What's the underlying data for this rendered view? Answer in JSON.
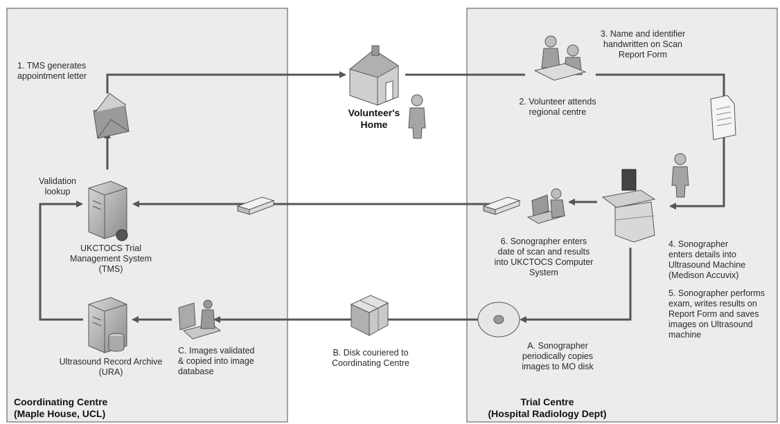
{
  "regions": {
    "left_title_line1": "Coordinating Centre",
    "left_title_line2": "(Maple House, UCL)",
    "right_title_line1": "Trial Centre",
    "right_title_line2": "(Hospital Radiology Dept)"
  },
  "home": {
    "line1": "Volunteer's",
    "line2": "Home"
  },
  "labels": {
    "step1_l1": "1. TMS generates",
    "step1_l2": "appointment letter",
    "validation_l1": "Validation",
    "validation_l2": "lookup",
    "tms_l1": "UKCTOCS Trial",
    "tms_l2": "Management System",
    "tms_l3": "(TMS)",
    "ura_l1": "Ultrasound Record Archive",
    "ura_l2": "(URA)",
    "stepC_l1": "C. Images validated",
    "stepC_l2": "& copied into image",
    "stepC_l3": "database",
    "stepB_l1": "B. Disk couriered to",
    "stepB_l2": "Coordinating Centre",
    "stepA_l1": "A. Sonographer",
    "stepA_l2": "periodically copies",
    "stepA_l3": "images to MO disk",
    "step2_l1": "2. Volunteer attends",
    "step2_l2": "regional centre",
    "step3_l1": "3. Name and identifier",
    "step3_l2": "handwritten on Scan",
    "step3_l3": "Report Form",
    "step4_l1": "4. Sonographer",
    "step4_l2": "enters details into",
    "step4_l3": "Ultrasound Machine",
    "step4_l4": "(Medison Accuvix)",
    "step5_l1": "5. Sonographer performs",
    "step5_l2": "exam, writes results on",
    "step5_l3": "Report Form and saves",
    "step5_l4": "images on Ultrasound",
    "step5_l5": "machine",
    "step6_l1": "6. Sonographer enters",
    "step6_l2": "date of scan and results",
    "step6_l3": "into UKCTOCS Computer",
    "step6_l4": "System"
  },
  "colors": {
    "panel": "#ececec",
    "line": "#555555",
    "icon": "#8a8a8a"
  }
}
